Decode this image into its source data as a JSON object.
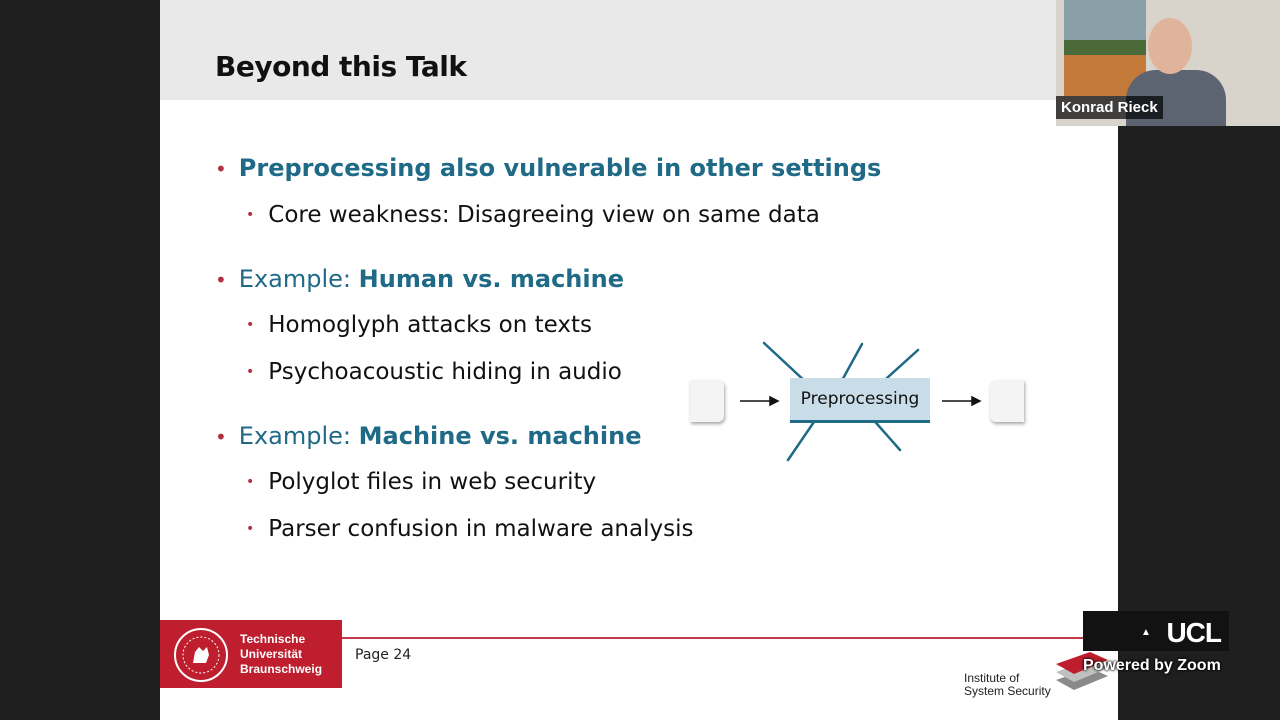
{
  "slide": {
    "title": "Beyond this Talk",
    "bullets": [
      {
        "text": "Preprocessing also vulnerable in other settings"
      },
      {
        "prefix": "Example: ",
        "bold": "Human vs. machine"
      },
      {
        "prefix": "Example: ",
        "bold": "Machine vs. machine"
      }
    ],
    "subs": [
      "Core weakness: Disagreeing view on same data",
      "Homoglyph attacks on texts",
      "Psychoacoustic hiding in audio",
      "Polyglot files in web security",
      "Parser confusion in malware analysis"
    ],
    "diagram": {
      "box_label": "Preprocessing"
    },
    "footer": {
      "tu_lines": [
        "Technische",
        "Universität",
        "Braunschweig"
      ],
      "page_label": "Page  24",
      "institute": [
        "Institute of",
        "System Security"
      ]
    }
  },
  "video": {
    "participant": "Konrad Rieck"
  },
  "zoom": {
    "org": "UCL",
    "powered": "Powered by Zoom"
  },
  "colors": {
    "accent_blue": "#1f6a86",
    "accent_red": "#be1e2d",
    "bullet_red": "#b0323f"
  }
}
